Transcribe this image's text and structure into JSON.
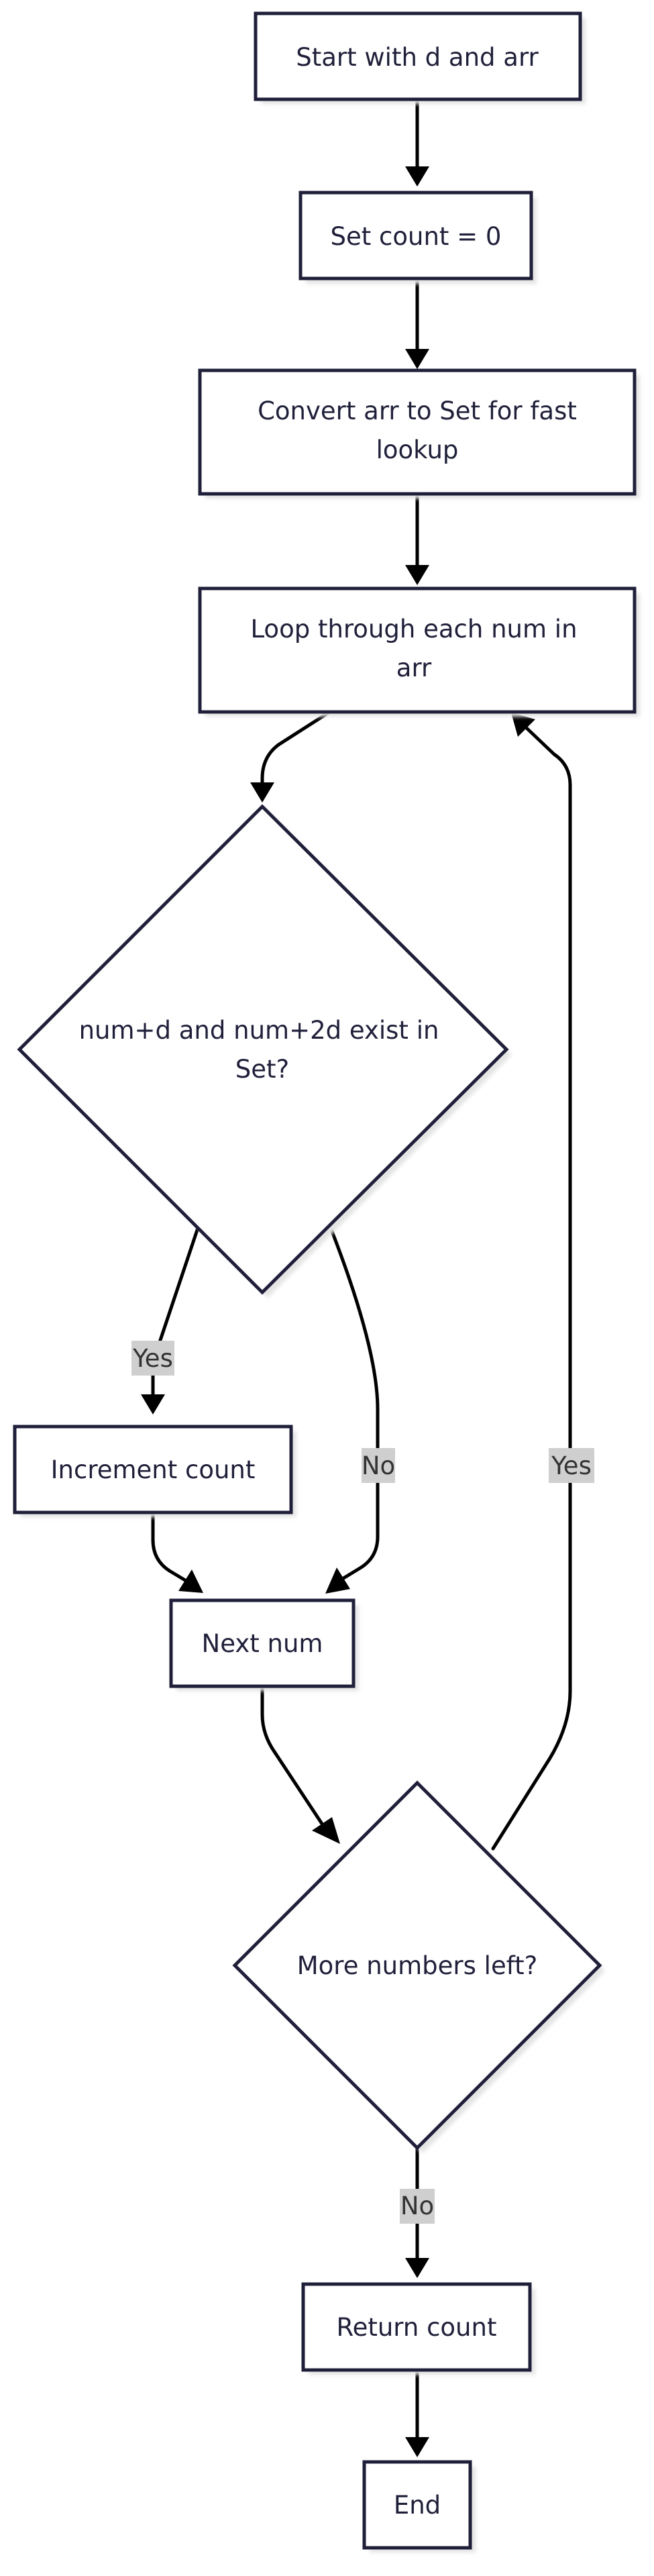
{
  "nodes": {
    "start": "Start with d and arr",
    "set_count": "Set count = 0",
    "convert_line1": "Convert arr to Set for fast",
    "convert_line2": "lookup",
    "loop_line1": "Loop through each num in",
    "loop_line2": "arr",
    "check_line1": "num+d and num+2d exist in",
    "check_line2": "Set?",
    "increment": "Increment count",
    "next": "Next num",
    "more": "More numbers left?",
    "return": "Return count",
    "end": "End"
  },
  "edges": {
    "yes_to_increment": "Yes",
    "no_to_next": "No",
    "yes_loop_back": "Yes",
    "no_to_return": "No"
  },
  "colors": {
    "node_border": "#1f1f3a",
    "edge": "#000000",
    "label_background": "#cfcfcf"
  }
}
